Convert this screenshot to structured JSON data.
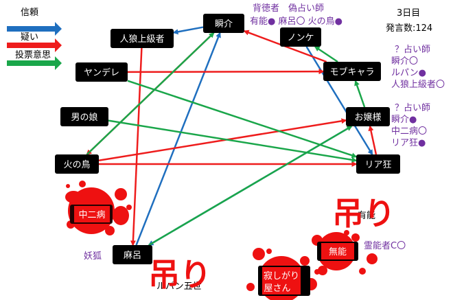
{
  "legend": [
    {
      "label": "信頼",
      "color": "#1f6fbf"
    },
    {
      "label": "疑い",
      "color": "#ee1c1c"
    },
    {
      "label": "投票意思",
      "color": "#1aa64a"
    }
  ],
  "day_info": {
    "day": "3日目",
    "count": "発言数:124"
  },
  "nodes": [
    {
      "id": "shunsuke",
      "label": "瞬介"
    },
    {
      "id": "jinrou",
      "label": "人狼上級者"
    },
    {
      "id": "nonke",
      "label": "ノンケ"
    },
    {
      "id": "yandere",
      "label": "ヤンデレ"
    },
    {
      "id": "mobchara",
      "label": "モブキャラ"
    },
    {
      "id": "otoko",
      "label": "男の娘"
    },
    {
      "id": "ojousama",
      "label": "お嬢様"
    },
    {
      "id": "hinotori",
      "label": "火の鳥"
    },
    {
      "id": "riakyou",
      "label": "リア狂"
    },
    {
      "id": "maro",
      "label": "麻呂"
    },
    {
      "id": "chuni",
      "label": "中二病"
    },
    {
      "id": "nou",
      "label": "無能"
    },
    {
      "id": "sabishi_1",
      "label": "寂しがり"
    },
    {
      "id": "sabishi_2",
      "label": "屋さん"
    }
  ],
  "annotations": {
    "shunsuke_1": "背徳者　偽占い師",
    "shunsuke_2": "有能● 麻呂〇 火の鳥●",
    "mob_1": "？占い師",
    "mob_2": "瞬介〇",
    "mob_3": "ルパン●",
    "mob_4": "人狼上級者〇",
    "ojou_1": "？占い師",
    "ojou_2": "瞬介●",
    "ojou_3": "中二病〇",
    "ojou_4": "リア狂●",
    "maro_left": "妖狐",
    "nou_right": "霊能者C〇",
    "under_maro": "ルパン五世",
    "yuunou": "有能"
  },
  "stamps": {
    "hang": "吊り"
  },
  "edges": [
    {
      "from": "shunsuke",
      "to": "jinrou",
      "type": "trust"
    },
    {
      "from": "ojousama",
      "to": "maro",
      "type": "trust"
    },
    {
      "from": "nonke",
      "to": "riakyou",
      "type": "trust"
    },
    {
      "from": "maro",
      "to": "shunsuke",
      "type": "trust"
    },
    {
      "from": "jinrou",
      "to": "maro",
      "type": "doubt"
    },
    {
      "from": "shunsuke",
      "to": "hinotori",
      "type": "doubt"
    },
    {
      "from": "mobchara",
      "to": "shunsuke",
      "type": "doubt"
    },
    {
      "from": "yandere",
      "to": "mobchara",
      "type": "doubt"
    },
    {
      "from": "hinotori",
      "to": "ojousama",
      "type": "doubt"
    },
    {
      "from": "hinotori",
      "to": "riakyou",
      "type": "doubt"
    },
    {
      "from": "riakyou",
      "to": "ojousama",
      "type": "doubt"
    },
    {
      "from": "hinotori",
      "to": "shunsuke",
      "type": "vote"
    },
    {
      "from": "mobchara",
      "to": "nonke",
      "type": "vote"
    },
    {
      "from": "yandere",
      "to": "riakyou",
      "type": "vote"
    },
    {
      "from": "otoko",
      "to": "riakyou",
      "type": "vote"
    },
    {
      "from": "ojousama",
      "to": "mobchara",
      "type": "vote"
    },
    {
      "from": "maro",
      "to": "ojousama",
      "type": "vote"
    }
  ]
}
